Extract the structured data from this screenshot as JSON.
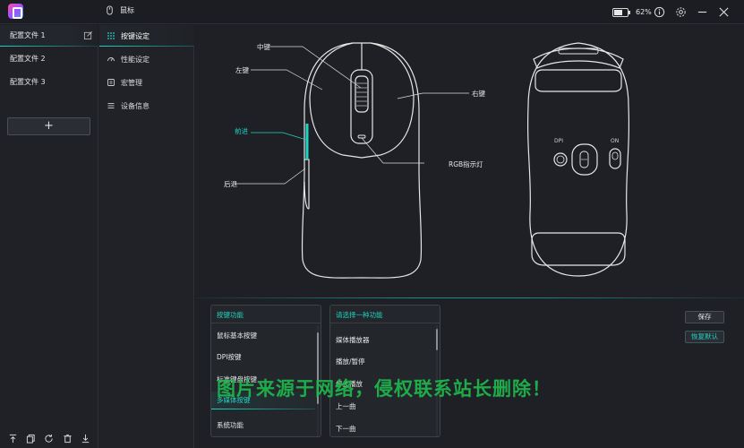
{
  "topbar": {
    "mouse_tab_label": "鼠标",
    "battery_percent": 62,
    "battery_text": "62%"
  },
  "profiles": {
    "items": [
      {
        "label": "配置文件 1",
        "active": true
      },
      {
        "label": "配置文件 2",
        "active": false
      },
      {
        "label": "配置文件 3",
        "active": false
      }
    ],
    "add_label": "+"
  },
  "menu": {
    "items": [
      {
        "label": "按键设定",
        "icon": "grid-icon",
        "active": true
      },
      {
        "label": "性能设定",
        "icon": "gauge-icon",
        "active": false
      },
      {
        "label": "宏管理",
        "icon": "macro-icon",
        "active": false
      },
      {
        "label": "设备信息",
        "icon": "list-icon",
        "active": false
      }
    ]
  },
  "diagram": {
    "callouts": {
      "middle": "中键",
      "left": "左键",
      "right": "右键",
      "forward": "前进",
      "back": "后退",
      "rgb": "RGB指示灯",
      "dpi": "DPI",
      "on": "ON"
    }
  },
  "key_function_list": {
    "title": "按键功能",
    "items": [
      "鼠标基本按键",
      "DPI按键",
      "标准键盘按键",
      "多媒体按键",
      "系统功能"
    ],
    "selected": "多媒体按键"
  },
  "choose_function_list": {
    "title": "请选择一种功能",
    "items": [
      "媒体播放器",
      "播放/暂停",
      "停止播放",
      "上一曲",
      "下一曲"
    ]
  },
  "actions": {
    "save": "保存",
    "restore_default": "恢复默认"
  },
  "watermark": "图片来源于网络，侵权联系站长删除！",
  "colors": {
    "accent": "#1ed4c2",
    "background": "#1e2025",
    "watermark": "#1eb84d"
  }
}
